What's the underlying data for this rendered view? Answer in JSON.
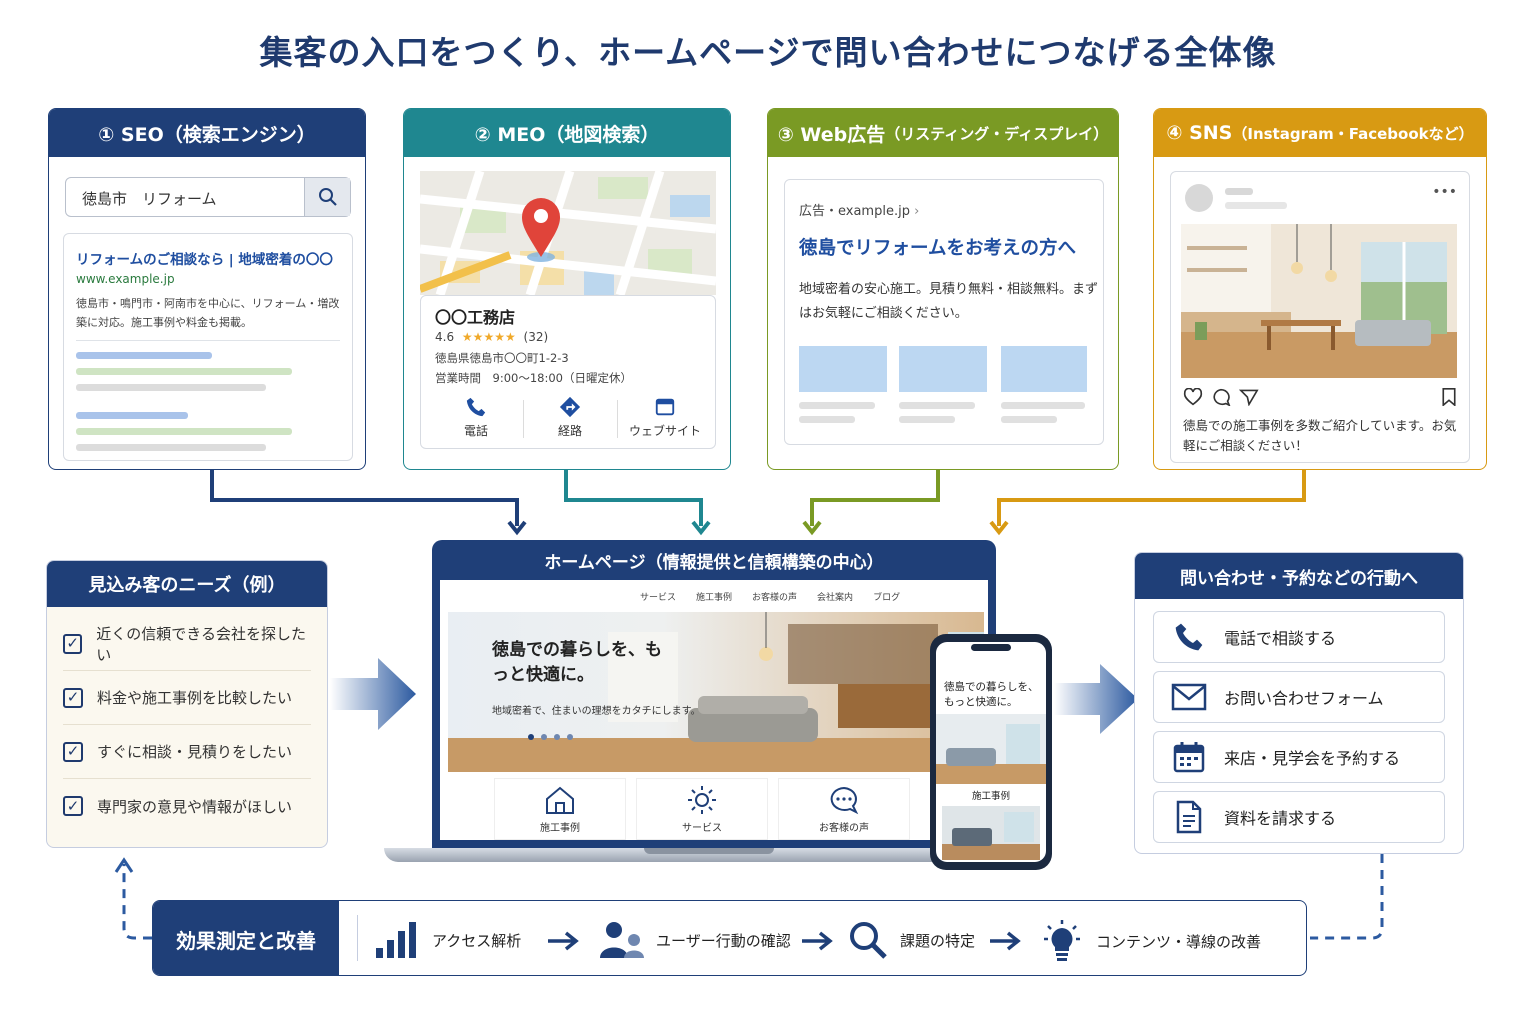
{
  "title": "集客の入口をつくり、ホームページで問い合わせにつなげる全体像",
  "colors": {
    "seo": "#1f3f78",
    "meo": "#1f8790",
    "web": "#7a9a24",
    "sns": "#d89a13",
    "navy": "#1f3a6e"
  },
  "seo": {
    "header_main": "① SEO（検索エンジン）",
    "search_value": "徳島市　リフォーム",
    "result_title": "リフォームのご相談なら | 地域密着の〇〇",
    "result_url": "www.example.jp",
    "result_desc": "徳島市・鳴門市・阿南市を中心に、リフォーム・増改築に対応。施工事例や料金も掲載。"
  },
  "meo": {
    "header_main": "② MEO（地図検索）",
    "shop_name": "〇〇工務店",
    "rating": "4.6",
    "stars": "★★★★★",
    "reviews": "(32)",
    "address": "徳島県徳島市〇〇町1-2-3",
    "hours": "営業時間　9:00〜18:00（日曜定休）",
    "btn_call": "電話",
    "btn_route": "経路",
    "btn_site": "ウェブサイト"
  },
  "web": {
    "header_main": "③ Web広告",
    "header_sub": "（リスティング・ディスプレイ）",
    "ad_label": "広告・example.jp",
    "ad_title": "徳島でリフォームをお考えの方へ",
    "ad_desc": "地域密着の安心施工。見積り無料・相談無料。まずはお気軽にご相談ください。"
  },
  "sns": {
    "header_main": "④ SNS",
    "header_sub": "（Instagram・Facebookなど）",
    "more": "•••",
    "caption": "徳島での施工事例を多数ご紹介しています。お気軽にご相談ください！"
  },
  "needs": {
    "header": "見込み客のニーズ（例）",
    "items": [
      "近くの信頼できる会社を探したい",
      "料金や施工事例を比較したい",
      "すぐに相談・見積りをしたい",
      "専門家の意見や情報がほしい"
    ]
  },
  "homepage": {
    "header": "ホームページ（情報提供と信頼構築の中心）",
    "nav": [
      "サービス",
      "施工事例",
      "お客様の声",
      "会社案内",
      "ブログ"
    ],
    "hero_title": "徳島での暮らしを、もっと快適に。",
    "hero_sub": "地域密着で、住まいの理想をカタチにします。",
    "features": [
      "施工事例",
      "サービス",
      "お客様の声"
    ],
    "phone_hero": "徳島での暮らしを、もっと快適に。",
    "phone_section": "施工事例"
  },
  "actions": {
    "header": "問い合わせ・予約などの行動へ",
    "items": [
      "電話で相談する",
      "お問い合わせフォーム",
      "来店・見学会を予約する",
      "資料を請求する"
    ]
  },
  "improve": {
    "label": "効果測定と改善",
    "steps": [
      "アクセス解析",
      "ユーザー行動の確認",
      "課題の特定",
      "コンテンツ・導線の改善"
    ]
  }
}
